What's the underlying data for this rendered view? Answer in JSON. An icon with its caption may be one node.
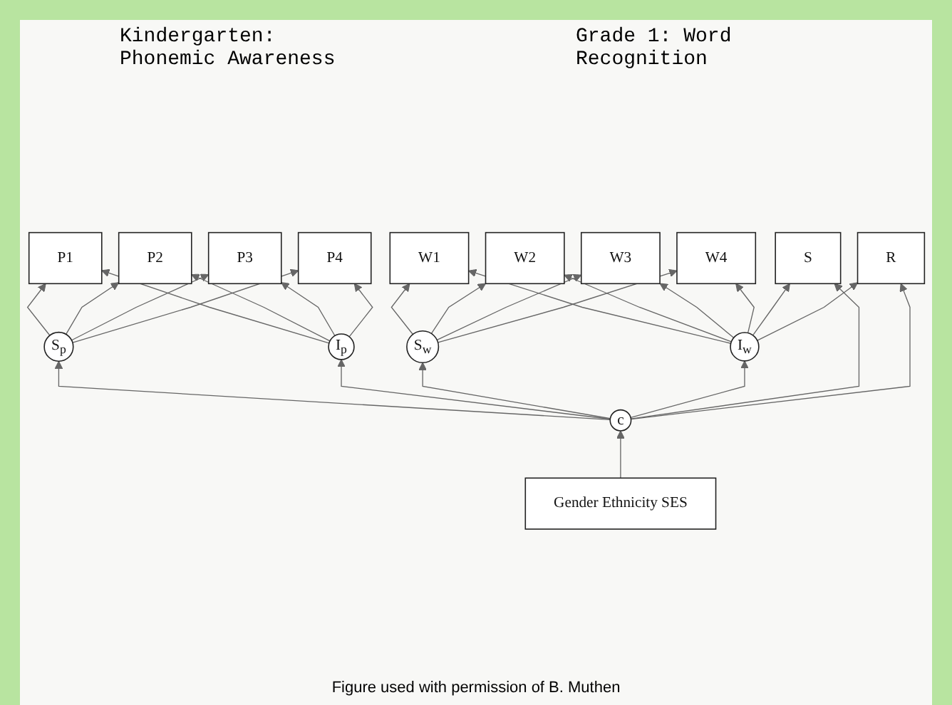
{
  "diagram": {
    "caption": "Figure used with permission of B. Muthen",
    "nodes": [
      {
        "text": [
          "P1"
        ]
      },
      {
        "text": [
          "P2"
        ]
      },
      {
        "text": [
          "P3"
        ]
      },
      {
        "text": [
          "P4"
        ]
      },
      {
        "text": [
          "W1"
        ]
      },
      {
        "text": [
          "W2"
        ]
      },
      {
        "text": [
          "W3"
        ]
      },
      {
        "text": [
          "W4"
        ]
      },
      {
        "text": [
          "S$_{p}$"
        ]
      },
      {
        "text": [
          "I$_{p}$"
        ]
      },
      {
        "text": [
          "S$_{w}$"
        ]
      },
      {
        "text": [
          "I$_{w}$"
        ]
      },
      {
        "text": [
          "c"
        ]
      },
      {
        "text": [
          "Gender Ethnicity SES"
        ]
      },
      {
        "text": [
          "S"
        ]
      },
      {
        "text": [
          "R"
        ]
      }
    ],
    "edges": [
      {
        "from": 8,
        "to": 0,
        "arrow": "to"
      },
      {
        "from": 8,
        "to": 1,
        "arrow": "to"
      },
      {
        "from": 8,
        "to": 2,
        "arrow": "to"
      },
      {
        "from": 8,
        "to": 3,
        "arrow": "to"
      },
      {
        "from": 9,
        "to": 0,
        "arrow": "to"
      },
      {
        "from": 9,
        "to": 1,
        "arrow": "to"
      },
      {
        "from": 9,
        "to": 2,
        "arrow": "to"
      },
      {
        "from": 9,
        "to": 3,
        "arrow": "to"
      },
      {
        "from": 10,
        "to": 4,
        "arrow": "to"
      },
      {
        "from": 10,
        "to": 5,
        "arrow": "to"
      },
      {
        "from": 10,
        "to": 6,
        "arrow": "to"
      },
      {
        "from": 10,
        "to": 7,
        "arrow": "to"
      },
      {
        "from": 11,
        "to": 4,
        "arrow": "to"
      },
      {
        "from": 11,
        "to": 5,
        "arrow": "to"
      },
      {
        "from": 11,
        "to": 6,
        "arrow": "to"
      },
      {
        "from": 11,
        "to": 7,
        "arrow": "to"
      },
      {
        "from": 12,
        "to": 8,
        "arrow": "to"
      },
      {
        "from": 12,
        "to": 9,
        "arrow": "to"
      },
      {
        "from": 12,
        "to": 10,
        "arrow": "to"
      },
      {
        "from": 12,
        "to": 11,
        "arrow": "to"
      },
      {
        "from": 12,
        "to": 14,
        "arrow": "to"
      },
      {
        "from": 12,
        "to": 15,
        "arrow": "to"
      },
      {
        "from": 11,
        "to": 14,
        "arrow": "to"
      },
      {
        "from": 11,
        "to": 15,
        "arrow": "to"
      },
      {
        "from": 13,
        "to": 12,
        "arrow": "to"
      }
    ],
    "labels": [
      "Kindergarten: Phonemic Awareness",
      "Grade 1: Word Recognition"
    ]
  }
}
